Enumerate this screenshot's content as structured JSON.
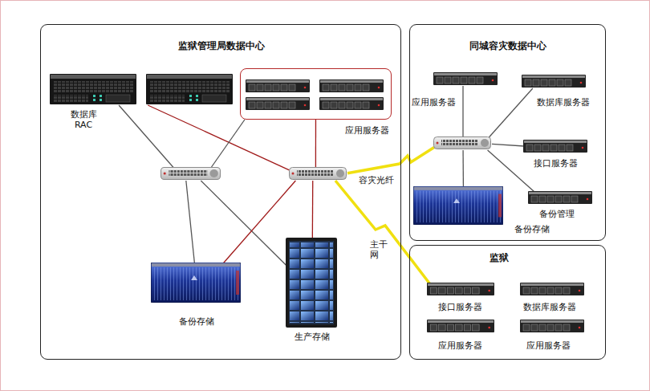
{
  "diagram": {
    "nodes": [
      {
        "text": [
          "监狱管理局数据中心"
        ]
      },
      {
        "text": [
          "数据库 RAC"
        ],
        "in": 0
      },
      {
        "text": [
          "应用服务器"
        ],
        "in": 0
      },
      {
        "text": [],
        "in": 0
      },
      {
        "text": [],
        "in": 0
      },
      {
        "text": [
          "备份存储"
        ],
        "in": 0
      },
      {
        "text": [
          "生产存储"
        ],
        "in": 0
      },
      {
        "text": [
          "同城容灾数据中心"
        ]
      },
      {
        "text": [
          "应用服务器"
        ],
        "in": 7
      },
      {
        "text": [
          "数据库服务器"
        ],
        "in": 7
      },
      {
        "text": [],
        "in": 7
      },
      {
        "text": [
          "接口服务器"
        ],
        "in": 7
      },
      {
        "text": [
          "备份存储"
        ],
        "in": 7
      },
      {
        "text": [
          "备份管理"
        ],
        "in": 7
      },
      {
        "text": [
          "监狱"
        ]
      },
      {
        "text": [
          "接口服务器"
        ],
        "in": 14
      },
      {
        "text": [
          "数据库服务器"
        ],
        "in": 14
      },
      {
        "text": [
          "应用服务器"
        ],
        "in": 14
      },
      {
        "text": [
          "应用服务器"
        ],
        "in": 14
      }
    ],
    "edges": [
      {
        "from": 1,
        "to": 3,
        "arrow": "none"
      },
      {
        "from": 1,
        "to": 4,
        "arrow": "none"
      },
      {
        "from": 2,
        "to": 3,
        "arrow": "none"
      },
      {
        "from": 2,
        "to": 4,
        "arrow": "none"
      },
      {
        "from": 3,
        "to": 5,
        "arrow": "none"
      },
      {
        "from": 3,
        "to": 6,
        "arrow": "none"
      },
      {
        "from": 4,
        "to": 5,
        "arrow": "none"
      },
      {
        "from": 4,
        "to": 6,
        "arrow": "none"
      },
      {
        "from": 4,
        "to": 10,
        "label": "容灾光纤",
        "arrow": "none"
      },
      {
        "from": 4,
        "to": 15,
        "label": "主干网",
        "arrow": "none"
      },
      {
        "from": 10,
        "to": 8,
        "arrow": "none"
      },
      {
        "from": 10,
        "to": 9,
        "arrow": "none"
      },
      {
        "from": 10,
        "to": 11,
        "arrow": "none"
      },
      {
        "from": 10,
        "to": 12,
        "arrow": "none"
      },
      {
        "from": 10,
        "to": 13,
        "arrow": "none"
      }
    ]
  }
}
